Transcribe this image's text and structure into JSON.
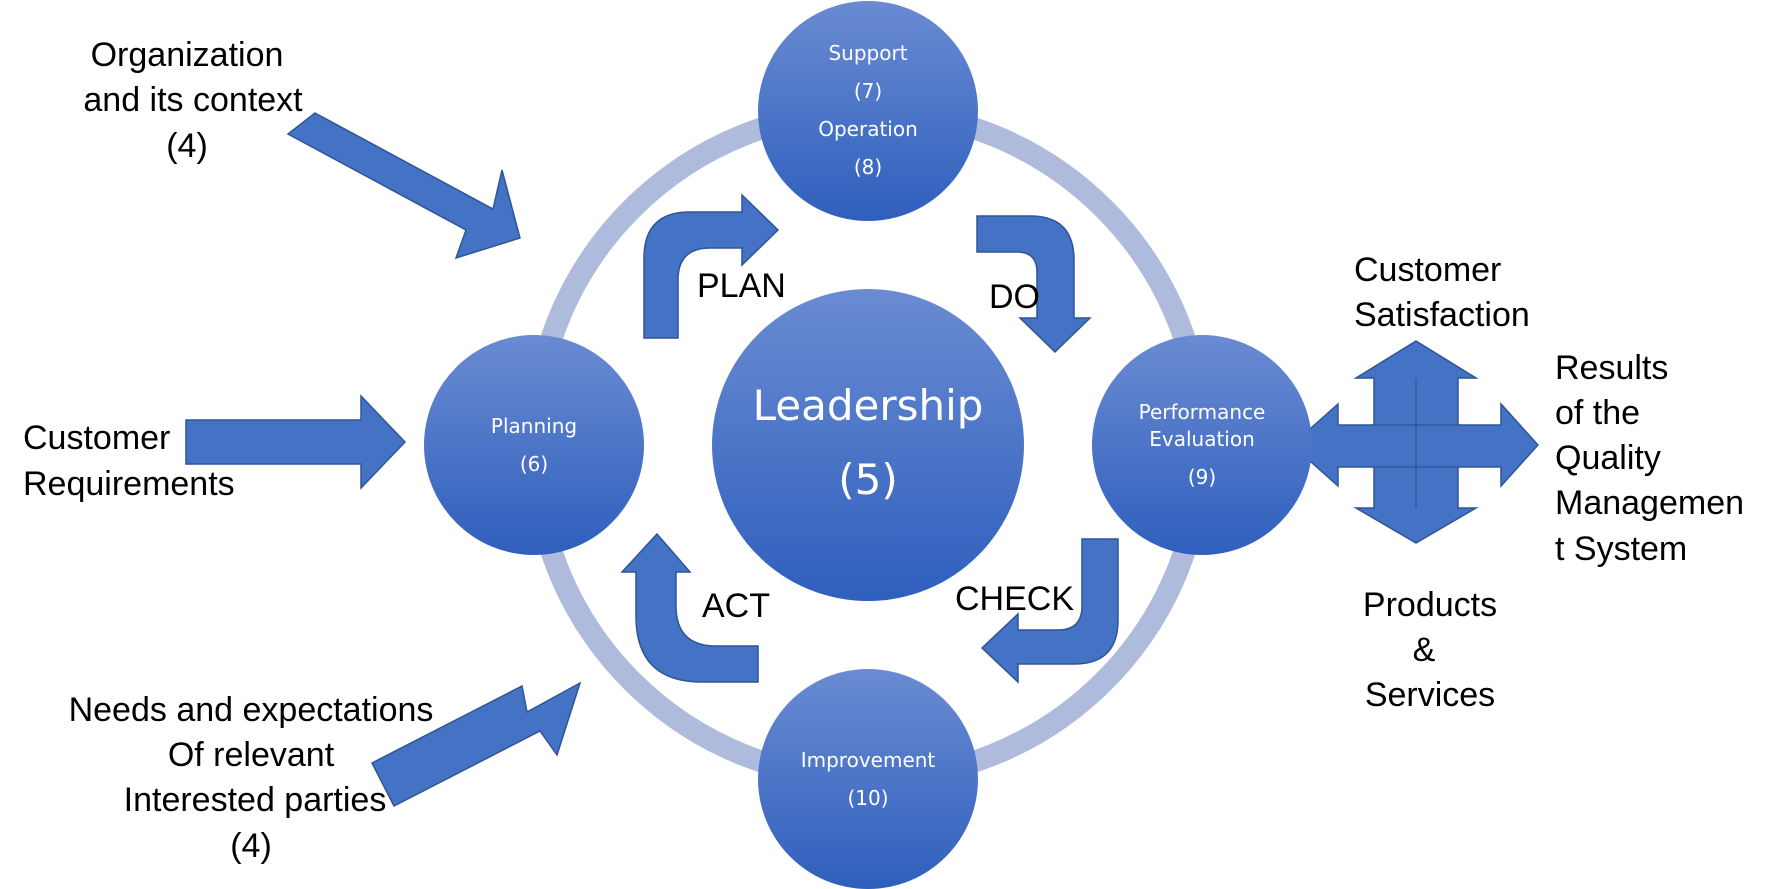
{
  "colors": {
    "ring": "#aebbdc",
    "circle_top": "#6a8bd2",
    "circle_bottom": "#2f5fbd",
    "arrow_fill": "#4472c4",
    "arrow_stroke": "#2f5597",
    "circle_text": "#ffffff",
    "label_text": "#000000"
  },
  "center": {
    "title": "Leadership",
    "number": "(5)"
  },
  "nodes": {
    "top": {
      "line1": "Support",
      "line2": "(7)",
      "line3": "Operation",
      "line4": "(8)"
    },
    "left": {
      "line1": "Planning",
      "line2": "(6)"
    },
    "right": {
      "line1": "Performance",
      "line2": "Evaluation",
      "line3": "(9)"
    },
    "bottom": {
      "line1": "Improvement",
      "line2": "(10)"
    }
  },
  "cycle": {
    "plan": "PLAN",
    "do": "DO",
    "check": "CHECK",
    "act": "ACT"
  },
  "inputs": {
    "context": [
      "Organization",
      "and its context",
      "(4)"
    ],
    "customer": [
      "Customer",
      "Requirements"
    ],
    "parties": [
      "Needs and expectations",
      "Of relevant",
      "Interested parties",
      "(4)"
    ]
  },
  "outputs": {
    "satisfaction": [
      "Customer",
      "Satisfaction"
    ],
    "results": [
      "Results",
      "of the",
      "Quality",
      "Managemen",
      "t System"
    ],
    "products": [
      "Products",
      "&",
      "Services"
    ]
  }
}
